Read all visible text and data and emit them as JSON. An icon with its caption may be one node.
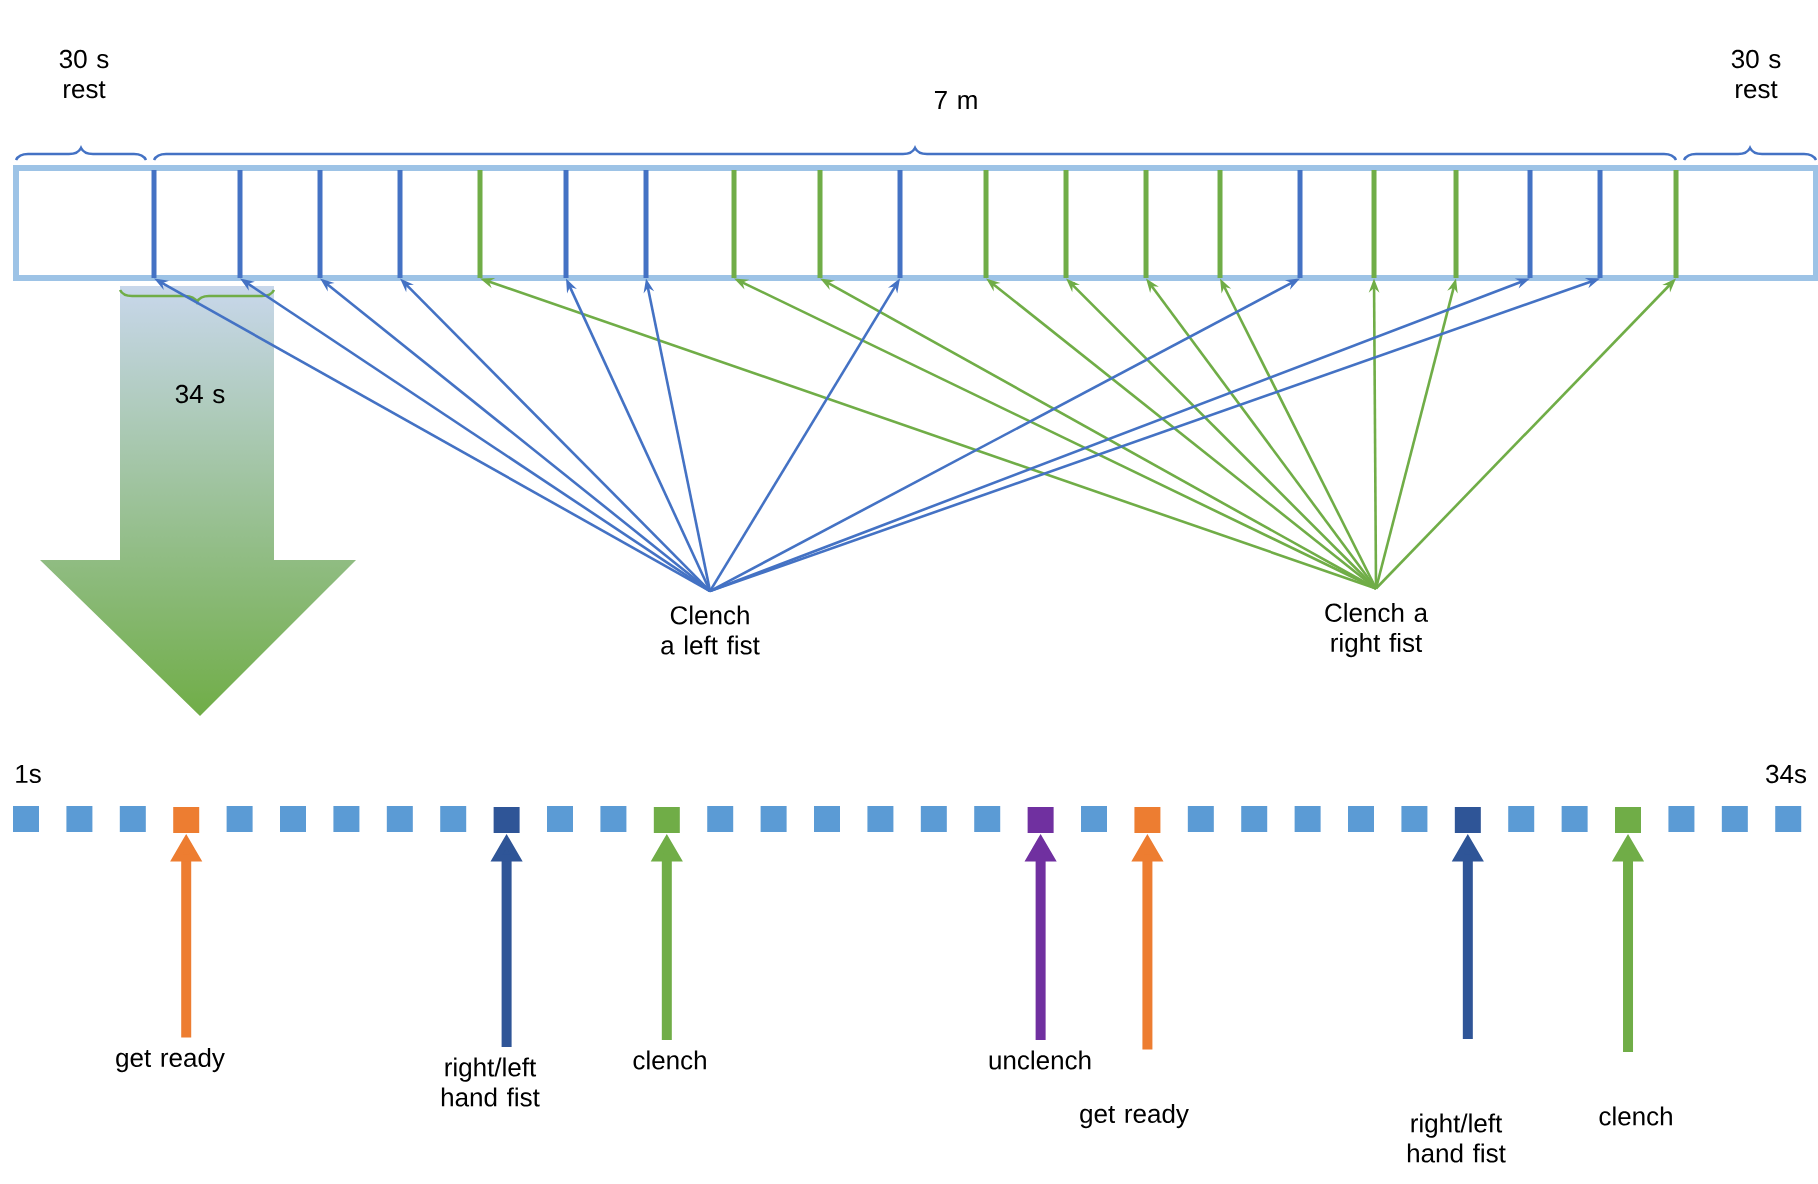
{
  "diagram": {
    "nodes": [
      {
        "text": [],
        "shape": "bar"
      },
      {
        "text": [],
        "shape": "bar"
      },
      {
        "text": [],
        "shape": "bar"
      },
      {
        "text": [],
        "shape": "bar"
      },
      {
        "text": [],
        "shape": "bar"
      },
      {
        "text": [],
        "shape": "bar"
      },
      {
        "text": [],
        "shape": "bar"
      },
      {
        "text": [],
        "shape": "bar"
      },
      {
        "text": [],
        "shape": "bar"
      },
      {
        "text": [],
        "shape": "bar"
      },
      {
        "text": [],
        "shape": "bar"
      },
      {
        "text": [],
        "shape": "bar"
      },
      {
        "text": [],
        "shape": "bar"
      },
      {
        "text": [],
        "shape": "bar"
      },
      {
        "text": [],
        "shape": "bar"
      },
      {
        "text": [],
        "shape": "bar"
      },
      {
        "text": [],
        "shape": "bar"
      },
      {
        "text": [],
        "shape": "bar"
      },
      {
        "text": [],
        "shape": "bar"
      },
      {
        "text": [],
        "shape": "bar"
      },
      {
        "text": [
          "Clench a left fist"
        ]
      },
      {
        "text": [
          "Clench a right fist"
        ]
      },
      {
        "text": [],
        "shape": "box"
      },
      {
        "text": [],
        "shape": "box"
      },
      {
        "text": [],
        "shape": "box"
      },
      {
        "text": [],
        "shape": "box"
      },
      {
        "text": [],
        "shape": "box"
      },
      {
        "text": [],
        "shape": "box"
      },
      {
        "text": [],
        "shape": "box"
      },
      {
        "text": [
          "get ready"
        ]
      },
      {
        "text": [
          "right/left hand fist"
        ]
      },
      {
        "text": [
          "clench"
        ]
      },
      {
        "text": [
          "unclench"
        ]
      },
      {
        "text": [
          "get ready"
        ]
      },
      {
        "text": [
          "right/left hand fist"
        ]
      },
      {
        "text": [
          "clench"
        ]
      }
    ],
    "edges": [
      {
        "from": 20,
        "to": 0,
        "arrow": "to",
        "color": "#4472c4"
      },
      {
        "from": 20,
        "to": 1,
        "arrow": "to",
        "color": "#4472c4"
      },
      {
        "from": 20,
        "to": 2,
        "arrow": "to",
        "color": "#4472c4"
      },
      {
        "from": 20,
        "to": 3,
        "arrow": "to",
        "color": "#4472c4"
      },
      {
        "from": 21,
        "to": 4,
        "arrow": "to",
        "color": "#70ad47"
      },
      {
        "from": 20,
        "to": 5,
        "arrow": "to",
        "color": "#4472c4"
      },
      {
        "from": 20,
        "to": 6,
        "arrow": "to",
        "color": "#4472c4"
      },
      {
        "from": 21,
        "to": 7,
        "arrow": "to",
        "color": "#70ad47"
      },
      {
        "from": 21,
        "to": 8,
        "arrow": "to",
        "color": "#70ad47"
      },
      {
        "from": 20,
        "to": 9,
        "arrow": "to",
        "color": "#4472c4"
      },
      {
        "from": 21,
        "to": 10,
        "arrow": "to",
        "color": "#70ad47"
      },
      {
        "from": 21,
        "to": 11,
        "arrow": "to",
        "color": "#70ad47"
      },
      {
        "from": 21,
        "to": 12,
        "arrow": "to",
        "color": "#70ad47"
      },
      {
        "from": 21,
        "to": 13,
        "arrow": "to",
        "color": "#70ad47"
      },
      {
        "from": 20,
        "to": 14,
        "arrow": "to",
        "color": "#4472c4"
      },
      {
        "from": 21,
        "to": 15,
        "arrow": "to",
        "color": "#70ad47"
      },
      {
        "from": 21,
        "to": 16,
        "arrow": "to",
        "color": "#70ad47"
      },
      {
        "from": 20,
        "to": 17,
        "arrow": "to",
        "color": "#4472c4"
      },
      {
        "from": 20,
        "to": 18,
        "arrow": "to",
        "color": "#4472c4"
      },
      {
        "from": 21,
        "to": 19,
        "arrow": "to",
        "color": "#70ad47"
      },
      {
        "from": 29,
        "to": 22,
        "arrow": "to",
        "style": "thick",
        "color": "#ed7d31"
      },
      {
        "from": 30,
        "to": 23,
        "arrow": "to",
        "style": "thick",
        "color": "#2f5597"
      },
      {
        "from": 31,
        "to": 24,
        "arrow": "to",
        "style": "thick",
        "color": "#70ad47"
      },
      {
        "from": 32,
        "to": 25,
        "arrow": "to",
        "style": "thick",
        "color": "#7030a0"
      },
      {
        "from": 33,
        "to": 26,
        "arrow": "to",
        "style": "thick",
        "color": "#ed7d31"
      },
      {
        "from": 34,
        "to": 27,
        "arrow": "to",
        "style": "thick",
        "color": "#2f5597"
      },
      {
        "from": 35,
        "to": 28,
        "arrow": "to",
        "style": "thick",
        "color": "#70ad47"
      }
    ],
    "labels": [
      "30 s rest",
      "7 m",
      "30 s rest",
      "34 s",
      "1s",
      "34s"
    ]
  }
}
